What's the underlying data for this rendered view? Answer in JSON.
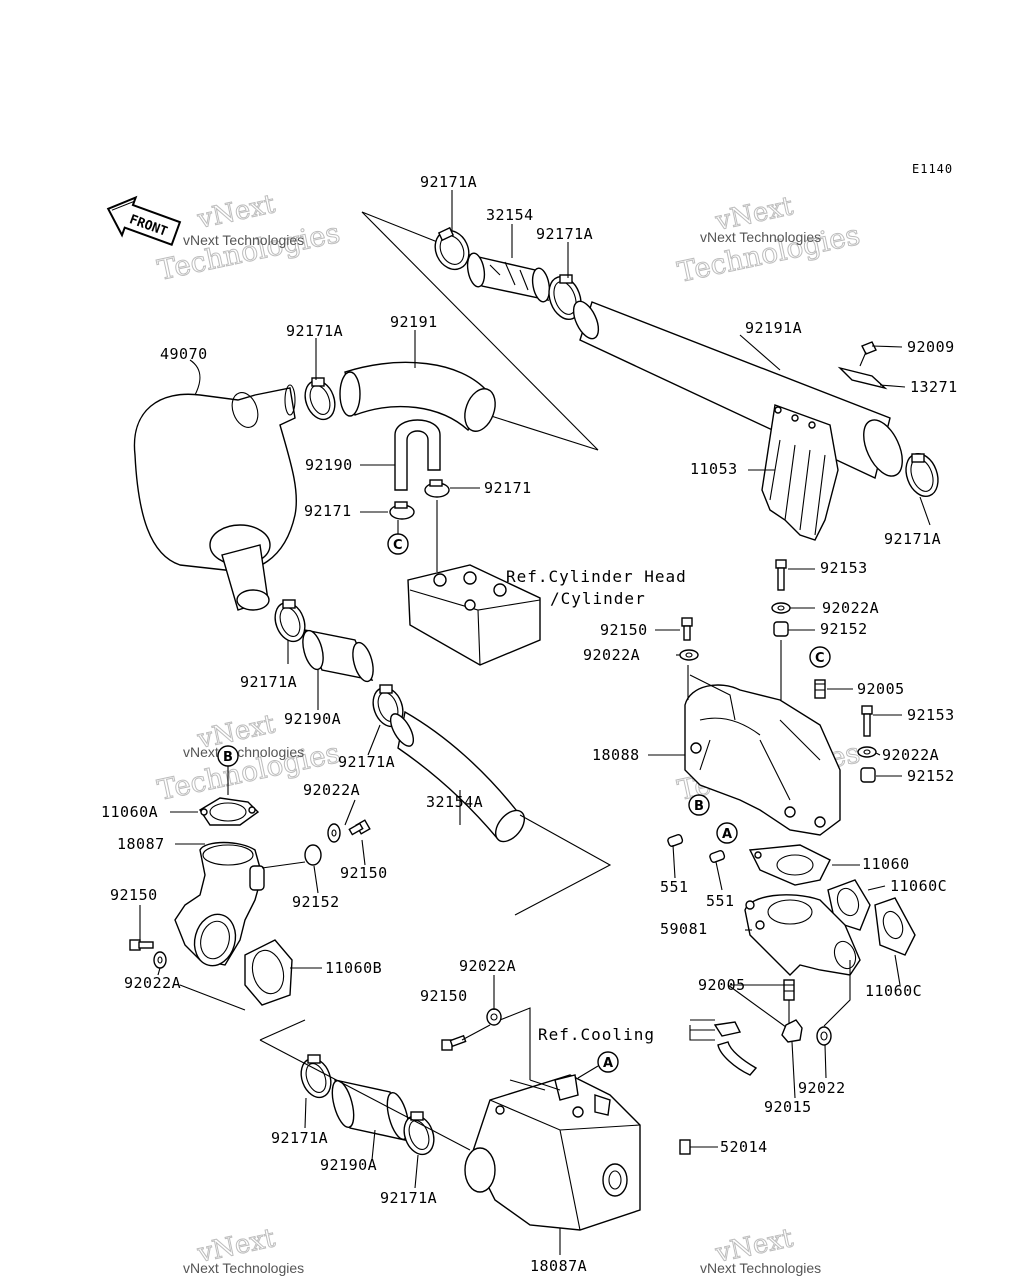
{
  "diagram_code": "E1140",
  "front_label": "FRONT",
  "watermark": {
    "line1": "vNext",
    "line2": "Technologies",
    "caption": "vNext Technologies"
  },
  "parts": {
    "p92171A_top": "92171A",
    "p32154": "32154",
    "p92171A_top2": "92171A",
    "p92191": "92191",
    "p92171A_left": "92171A",
    "p49070": "49070",
    "p92191A": "92191A",
    "p92009": "92009",
    "p13271": "13271",
    "p11053": "11053",
    "p92171A_right": "92171A",
    "p92190": "92190",
    "p92171_a": "92171",
    "p92171_b": "92171",
    "p92153_a": "92153",
    "p92022A_a": "92022A",
    "p92152_a": "92152",
    "p92150_a": "92150",
    "p92022A_b": "92022A",
    "p92005_a": "92005",
    "p92153_b": "92153",
    "p92022A_c": "92022A",
    "p92152_b": "92152",
    "p92171A_mid": "92171A",
    "p92190A_mid": "92190A",
    "p92171A_mid2": "92171A",
    "p18088": "18088",
    "p11060A": "11060A",
    "p92022A_d": "92022A",
    "p18087": "18087",
    "p92150_b": "92150",
    "p92152_c": "92152",
    "p32154A": "32154A",
    "p551_a": "551",
    "p551_b": "551",
    "p11060": "11060",
    "p11060C_a": "11060C",
    "p59081": "59081",
    "p92150_c": "92150",
    "p92022A_e": "92022A",
    "p11060B": "11060B",
    "p92022A_f": "92022A",
    "p92150_d": "92150",
    "p92005_b": "92005",
    "p11060C_b": "11060C",
    "p92022": "92022",
    "p92015": "92015",
    "p92171A_bot": "92171A",
    "p92190A_bot": "92190A",
    "p52014": "52014",
    "p92171A_bot2": "92171A",
    "p18087A": "18087A"
  },
  "references": {
    "cylinder_head_1": "Ref.Cylinder Head",
    "cylinder_head_2": "/Cylinder",
    "cooling": "Ref.Cooling"
  },
  "callouts": {
    "a": "A",
    "b": "B",
    "c": "C"
  }
}
